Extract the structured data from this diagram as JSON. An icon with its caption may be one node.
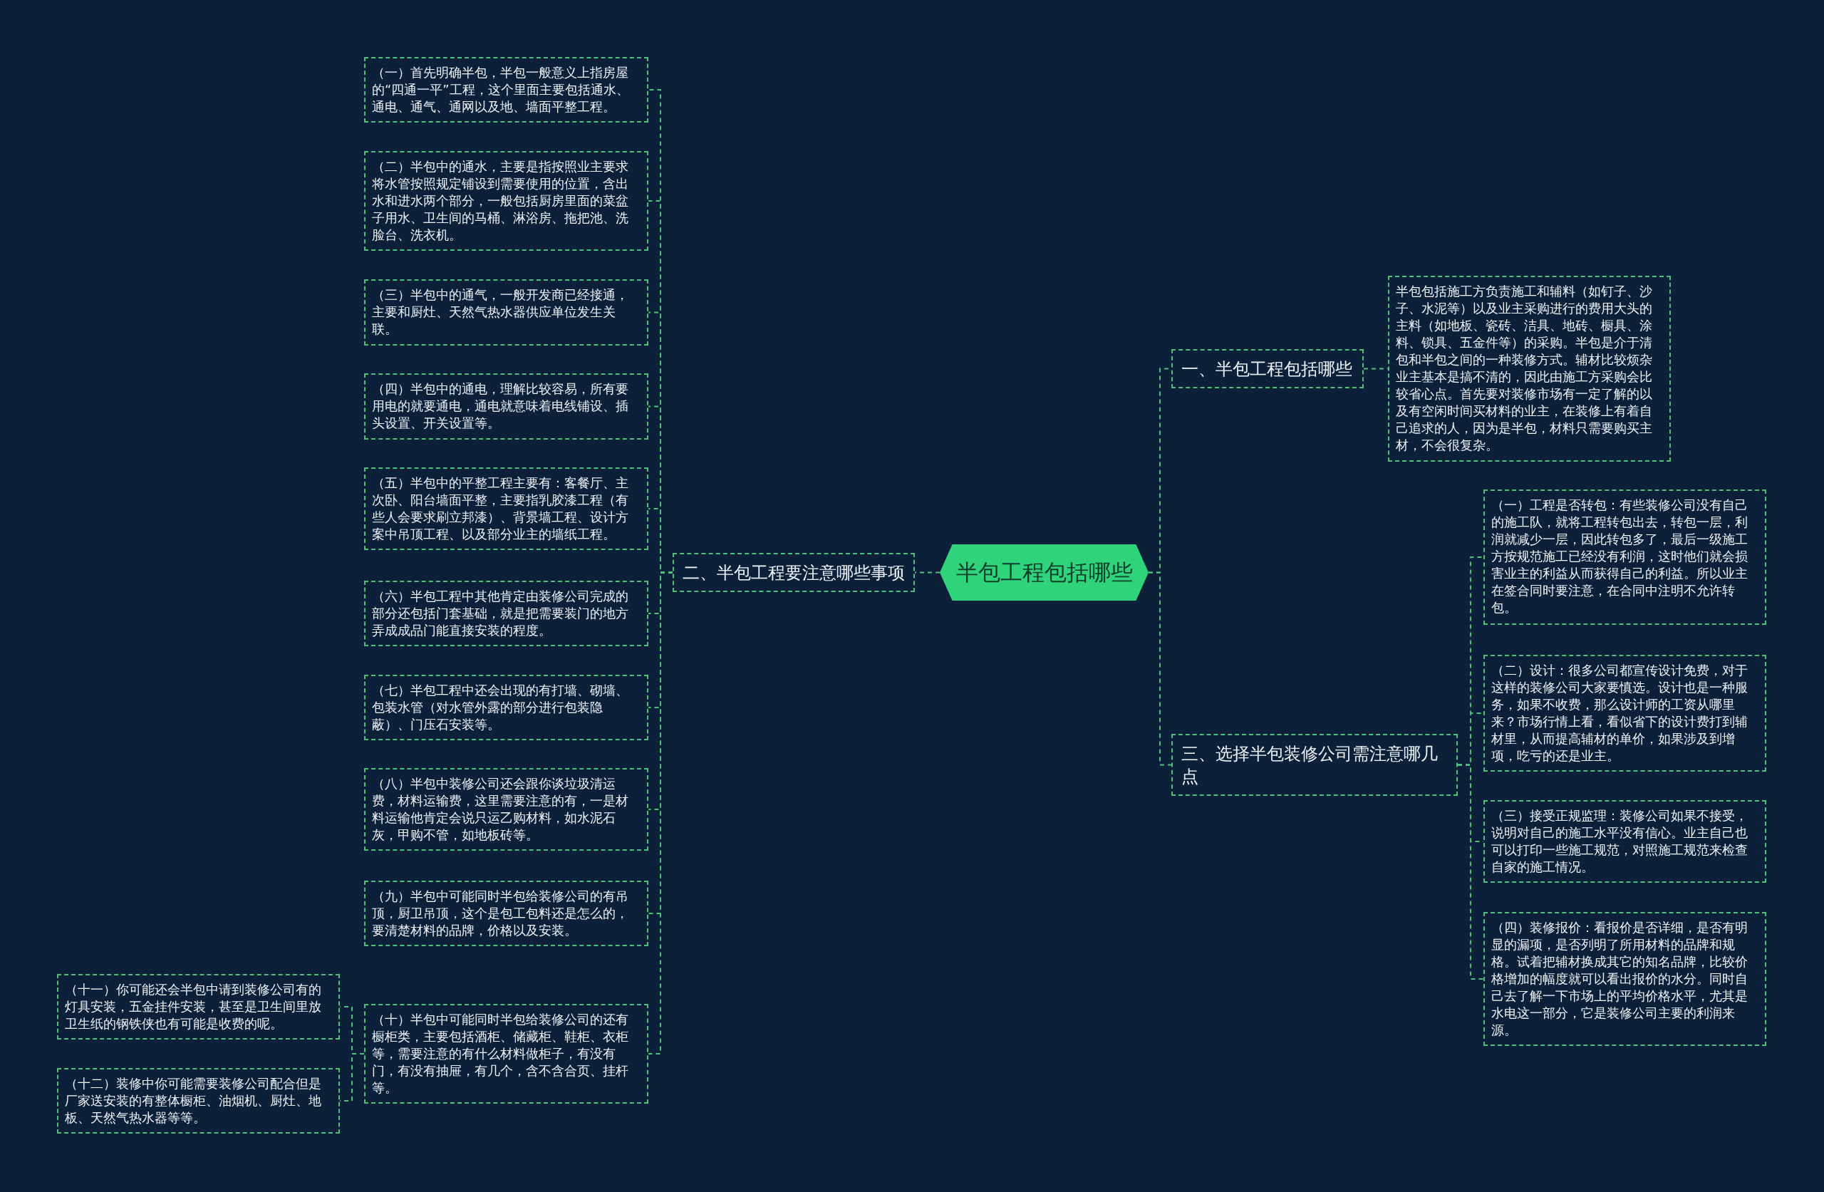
{
  "diagram": {
    "nodes": [
      {
        "text": [
          "半包工程包括哪些"
        ]
      },
      {
        "text": [
          "一、半包工程包括哪些"
        ]
      },
      {
        "text": [
          "半包包括施工方负责施工和辅料（如钉子、沙子、水泥等）以及业主采购进行的费用大头的主料（如地板、瓷砖、洁具、地砖、橱具、涂料、锁具、五金件等）的采购。半包是介于清包和半包之间的一种装修方式。辅材比较烦杂业主基本是搞不清的，因此由施工方采购会比较省心点。首先要对装修市场有一定了解的以及有空闲时间买材料的业主，在装修上有着自己追求的人，因为是半包，材料只需要购买主材，不会很复杂。"
        ]
      },
      {
        "text": [
          "二、半包工程要注意哪些事项"
        ]
      },
      {
        "text": [
          "（一）首先明确半包，半包一般意义上指房屋的“四通一平”工程，这个里面主要包括通水、通电、通气、通网以及地、墙面平整工程。"
        ]
      },
      {
        "text": [
          "（二）半包中的通水，主要是指按照业主要求将水管按照规定铺设到需要使用的位置，含出水和进水两个部分，一般包括厨房里面的菜盆子用水、卫生间的马桶、淋浴房、拖把池、洗脸台、洗衣机。"
        ]
      },
      {
        "text": [
          "（三）半包中的通气，一般开发商已经接通，主要和厨灶、天然气热水器供应单位发生关联。"
        ]
      },
      {
        "text": [
          "（四）半包中的通电，理解比较容易，所有要用电的就要通电，通电就意味着电线铺设、插头设置、开关设置等。"
        ]
      },
      {
        "text": [
          "（五）半包中的平整工程主要有：客餐厅、主次卧、阳台墙面平整，主要指乳胶漆工程（有些人会要求刷立邦漆）、背景墙工程、设计方案中吊顶工程、以及部分业主的墙纸工程。"
        ]
      },
      {
        "text": [
          "（六）半包工程中其他肯定由装修公司完成的部分还包括门套基础，就是把需要装门的地方弄成成品门能直接安装的程度。"
        ]
      },
      {
        "text": [
          "（七）半包工程中还会出现的有打墙、砌墙、包装水管（对水管外露的部分进行包装隐蔽）、门压石安装等。"
        ]
      },
      {
        "text": [
          "（八）半包中装修公司还会跟你谈垃圾清运费，材料运输费，这里需要注意的有，一是材料运输他肯定会说只运乙购材料，如水泥石灰，甲购不管，如地板砖等。"
        ]
      },
      {
        "text": [
          "（九）半包中可能同时半包给装修公司的有吊顶，厨卫吊顶，这个是包工包料还是怎么的，要清楚材料的品牌，价格以及安装。"
        ]
      },
      {
        "text": [
          "（十）半包中可能同时半包给装修公司的还有橱柜类，主要包括酒柜、储藏柜、鞋柜、衣柜等，需要注意的有什么材料做柜子，有没有门，有没有抽屉，有几个，含不含合页、挂杆等。"
        ]
      },
      {
        "text": [
          "（十一）你可能还会半包中请到装修公司有的灯具安装，五金挂件安装，甚至是卫生间里放卫生纸的钢铁侠也有可能是收费的呢。"
        ]
      },
      {
        "text": [
          "（十二）装修中你可能需要装修公司配合但是厂家送安装的有整体橱柜、油烟机、厨灶、地板、天然气热水器等等。"
        ]
      },
      {
        "text": [
          "三、选择半包装修公司需注意哪几点"
        ]
      },
      {
        "text": [
          "（一）工程是否转包：有些装修公司没有自己的施工队，就将工程转包出去，转包一层，利润就减少一层，因此转包多了，最后一级施工方按规范施工已经没有利润，这时他们就会损害业主的利益从而获得自己的利益。所以业主在签合同时要注意，在合同中注明不允许转包。"
        ]
      },
      {
        "text": [
          "（二）设计：很多公司都宣传设计免费，对于这样的装修公司大家要慎选。设计也是一种服务，如果不收费，那么设计师的工资从哪里来？市场行情上看，看似省下的设计费打到辅材里，从而提高辅材的单价，如果涉及到增项，吃亏的还是业主。"
        ]
      },
      {
        "text": [
          "（三）接受正规监理：装修公司如果不接受，说明对自己的施工水平没有信心。业主自己也可以打印一些施工规范，对照施工规范来检查自家的施工情况。"
        ]
      },
      {
        "text": [
          "（四）装修报价：看报价是否详细，是否有明显的漏项，是否列明了所用材料的品牌和规格。试着把辅材换成其它的知名品牌，比较价格增加的幅度就可以看出报价的水分。同时自己去了解一下市场上的平均价格水平，尤其是水电这一部分，它是装修公司主要的利润来源。"
        ]
      }
    ],
    "edges": [
      {
        "from": 0,
        "to": 1,
        "arrow": "none"
      },
      {
        "from": 1,
        "to": 2,
        "arrow": "none"
      },
      {
        "from": 0,
        "to": 3,
        "arrow": "none"
      },
      {
        "from": 3,
        "to": 4,
        "arrow": "none"
      },
      {
        "from": 3,
        "to": 5,
        "arrow": "none"
      },
      {
        "from": 3,
        "to": 6,
        "arrow": "none"
      },
      {
        "from": 3,
        "to": 7,
        "arrow": "none"
      },
      {
        "from": 3,
        "to": 8,
        "arrow": "none"
      },
      {
        "from": 3,
        "to": 9,
        "arrow": "none"
      },
      {
        "from": 3,
        "to": 10,
        "arrow": "none"
      },
      {
        "from": 3,
        "to": 11,
        "arrow": "none"
      },
      {
        "from": 3,
        "to": 12,
        "arrow": "none"
      },
      {
        "from": 3,
        "to": 13,
        "arrow": "none"
      },
      {
        "from": 13,
        "to": 14,
        "arrow": "none"
      },
      {
        "from": 13,
        "to": 15,
        "arrow": "none"
      },
      {
        "from": 0,
        "to": 16,
        "arrow": "none"
      },
      {
        "from": 16,
        "to": 17,
        "arrow": "none"
      },
      {
        "from": 16,
        "to": 18,
        "arrow": "none"
      },
      {
        "from": 16,
        "to": 19,
        "arrow": "none"
      },
      {
        "from": 16,
        "to": 20,
        "arrow": "none"
      }
    ]
  }
}
